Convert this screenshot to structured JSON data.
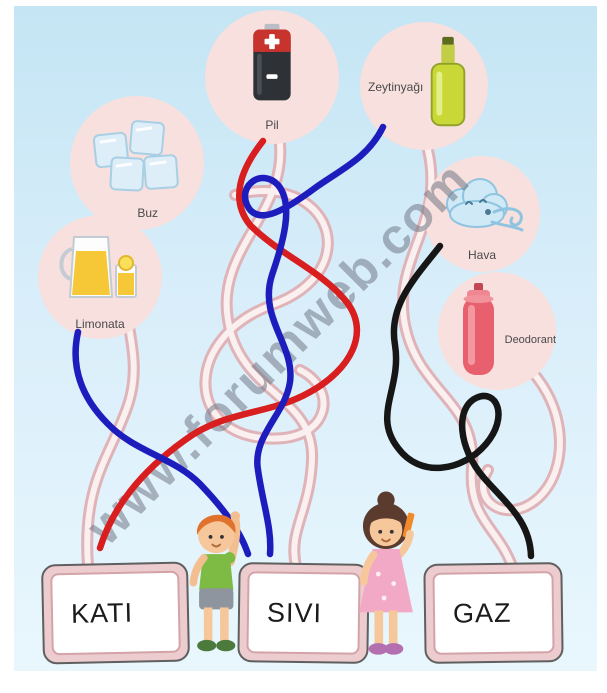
{
  "watermark": "www.forumweb.com",
  "items": [
    {
      "id": "pil",
      "label": "Pil",
      "icon": "battery-icon"
    },
    {
      "id": "zeytinyagi",
      "label": "Zeytinyağı",
      "icon": "olive-oil-bottle-icon"
    },
    {
      "id": "buz",
      "label": "Buz",
      "icon": "ice-cubes-icon"
    },
    {
      "id": "limonata",
      "label": "Limonata",
      "icon": "lemonade-pitcher-icon"
    },
    {
      "id": "hava",
      "label": "Hava",
      "icon": "wind-cloud-icon"
    },
    {
      "id": "deodorant",
      "label": "Deodorant",
      "icon": "spray-can-icon"
    }
  ],
  "categories": [
    {
      "id": "kati",
      "label": "KATI"
    },
    {
      "id": "sivi",
      "label": "SIVI"
    },
    {
      "id": "gaz",
      "label": "GAZ"
    }
  ],
  "connections": [
    {
      "color_name": "red",
      "color": "#d81e1e",
      "from": "Pil",
      "to": "KATI"
    },
    {
      "color_name": "blue",
      "color": "#1d1dbe",
      "from": "Zeytinyağı",
      "to": "SIVI"
    },
    {
      "color_name": "blue",
      "color": "#1d1dbe",
      "from": "Limonata",
      "to": "SIVI"
    },
    {
      "color_name": "black",
      "color": "#161616",
      "from": "Hava",
      "to": "GAZ"
    }
  ],
  "colors": {
    "background_top": "#c4e5f4",
    "background_bottom": "#e9f7fd",
    "circle_bg": "#f7e0dd",
    "ribbon_pink": "#dfb3b8",
    "board_frame": "#ecccce",
    "line_red": "#d81e1e",
    "line_blue": "#1d1dbe",
    "line_black": "#161616"
  }
}
